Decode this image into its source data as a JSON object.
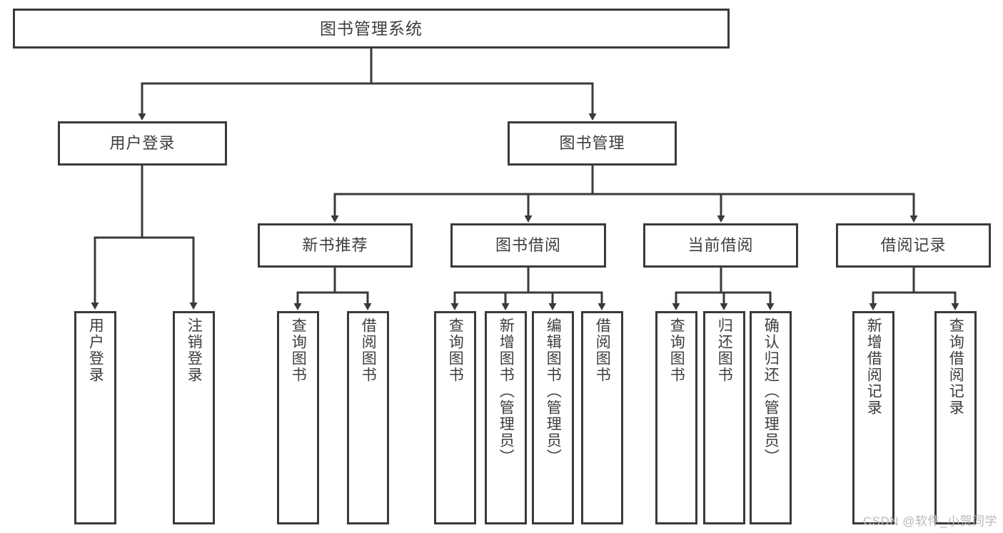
{
  "diagram": {
    "title": "图书管理系统",
    "type": "hierarchy-tree",
    "watermark": "CSDN @软件_小贺同学",
    "colors": {
      "background": "#ffffff",
      "node_border": "#3a3a3a",
      "node_fill": "#ffffff",
      "text": "#3d3d3d",
      "connector": "#3a3a3a",
      "watermark": "#b9b9b9"
    }
  },
  "nodes": {
    "root": {
      "label": "图书管理系统"
    },
    "level2": [
      {
        "id": "user-login",
        "label": "用户登录"
      },
      {
        "id": "book-manage",
        "label": "图书管理"
      }
    ],
    "level3": [
      {
        "id": "new-book-rec",
        "label": "新书推荐"
      },
      {
        "id": "book-borrow",
        "label": "图书借阅"
      },
      {
        "id": "current-borrow",
        "label": "当前借阅"
      },
      {
        "id": "borrow-record",
        "label": "借阅记录"
      }
    ],
    "leaves": {
      "user-login": [
        {
          "id": "leaf-user-login",
          "label": "用户登录"
        },
        {
          "id": "leaf-logout",
          "label": "注销登录"
        }
      ],
      "new-book-rec": [
        {
          "id": "leaf-query-book-1",
          "label": "查询图书"
        },
        {
          "id": "leaf-borrow-book-1",
          "label": "借阅图书"
        }
      ],
      "book-borrow": [
        {
          "id": "leaf-query-book-2",
          "label": "查询图书"
        },
        {
          "id": "leaf-add-book",
          "label": "新增图书（管理员）"
        },
        {
          "id": "leaf-edit-book",
          "label": "编辑图书（管理员）"
        },
        {
          "id": "leaf-borrow-book-2",
          "label": "借阅图书"
        }
      ],
      "current-borrow": [
        {
          "id": "leaf-query-book-3",
          "label": "查询图书"
        },
        {
          "id": "leaf-return-book",
          "label": "归还图书"
        },
        {
          "id": "leaf-confirm-return",
          "label": "确认归还（管理员）"
        }
      ],
      "borrow-record": [
        {
          "id": "leaf-add-record",
          "label": "新增借阅记录"
        },
        {
          "id": "leaf-query-record",
          "label": "查询借阅记录"
        }
      ]
    }
  }
}
